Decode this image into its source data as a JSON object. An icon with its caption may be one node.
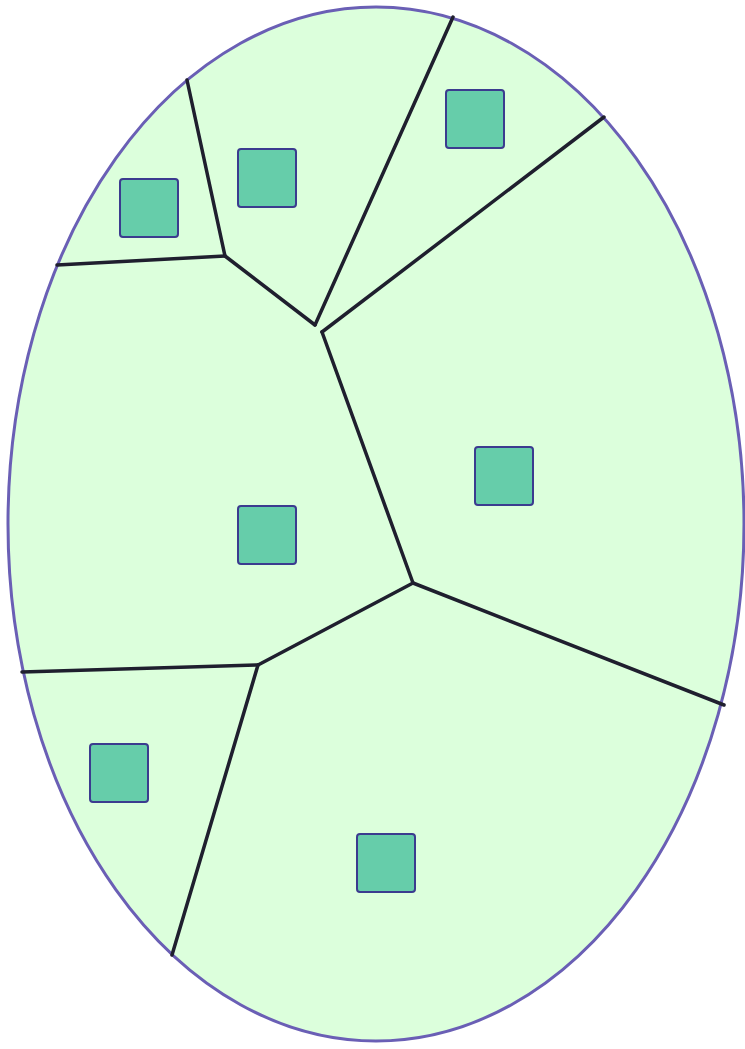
{
  "diagram": {
    "nodes": [
      {
        "text": [],
        "shape": "ellipse"
      },
      {
        "text": [],
        "shape": "box",
        "in": 0
      },
      {
        "text": [],
        "shape": "box",
        "in": 0
      },
      {
        "text": [],
        "shape": "box",
        "in": 0
      },
      {
        "text": [],
        "shape": "box",
        "in": 0
      },
      {
        "text": [],
        "shape": "box",
        "in": 0
      },
      {
        "text": [],
        "shape": "box",
        "in": 0
      },
      {
        "text": [],
        "shape": "box",
        "in": 0
      }
    ]
  }
}
